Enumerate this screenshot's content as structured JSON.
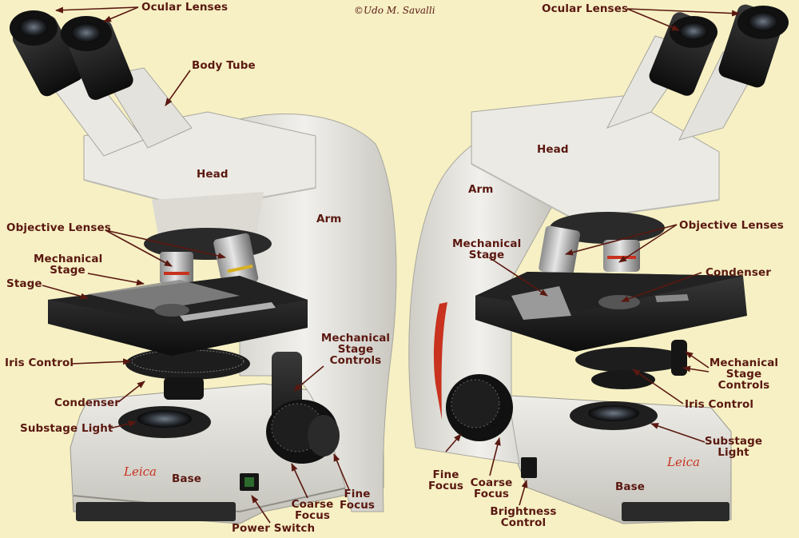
{
  "copyright": "©Udo M. Savalli",
  "colors": {
    "background": "#f6f0c4",
    "label": "#5a1810",
    "body": "#e8e6e0",
    "stage": "#1c1c1c",
    "accent": "#c8321e"
  },
  "left_labels": {
    "ocular": "Ocular Lenses",
    "body_tube": "Body Tube",
    "head": "Head",
    "arm": "Arm",
    "objective": "Objective Lenses",
    "mech_stage_1": "Mechanical",
    "mech_stage_2": "Stage",
    "stage": "Stage",
    "mech_controls_1": "Mechanical",
    "mech_controls_2": "Stage",
    "mech_controls_3": "Controls",
    "iris": "Iris Control",
    "condenser": "Condenser",
    "substage": "Substage Light",
    "base": "Base",
    "coarse_1": "Coarse",
    "coarse_2": "Focus",
    "fine_1": "Fine",
    "fine_2": "Focus",
    "power": "Power Switch"
  },
  "right_labels": {
    "ocular": "Ocular Lenses",
    "head": "Head",
    "arm": "Arm",
    "objective": "Objective Lenses",
    "mech_stage_1": "Mechanical",
    "mech_stage_2": "Stage",
    "condenser": "Condenser",
    "mech_controls_1": "Mechanical",
    "mech_controls_2": "Stage",
    "mech_controls_3": "Controls",
    "iris": "Iris Control",
    "substage_1": "Substage",
    "substage_2": "Light",
    "fine_1": "Fine",
    "fine_2": "Focus",
    "coarse_1": "Coarse",
    "coarse_2": "Focus",
    "brightness_1": "Brightness",
    "brightness_2": "Control",
    "base": "Base"
  },
  "brand": {
    "left": "Leica",
    "right": "Leica"
  }
}
